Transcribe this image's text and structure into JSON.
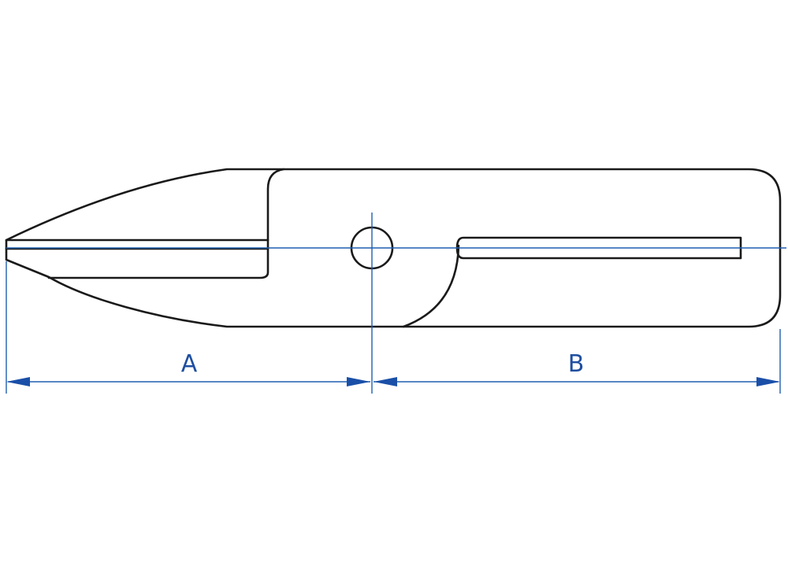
{
  "diagram": {
    "dimensions": [
      {
        "id": "A",
        "label": "A"
      },
      {
        "id": "B",
        "label": "B"
      }
    ],
    "colors": {
      "outline": "#1a1a1a",
      "dimension": "#1f5fb0",
      "arrowhead": "#1a4fa8",
      "background": "#ffffff"
    }
  }
}
